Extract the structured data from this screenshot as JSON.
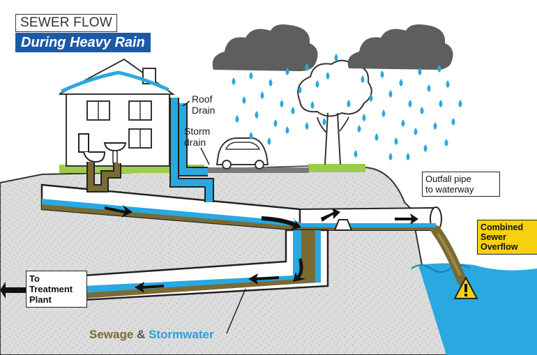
{
  "title": {
    "top": "SEWER FLOW",
    "main": "During Heavy Rain"
  },
  "labels": {
    "roof_drain": [
      "Roof",
      "Drain"
    ],
    "storm_drain": [
      "Storm",
      "drain"
    ],
    "outfall": [
      "Outfall pipe",
      "to waterway"
    ],
    "cso": [
      "Combined",
      "Sewer",
      "Overflow"
    ],
    "treatment": [
      "To",
      "Treatment",
      "Plant"
    ]
  },
  "legend": {
    "sewage": "Sewage",
    "amp": "&",
    "stormwater": "Stormwater"
  },
  "colors": {
    "title_bar": "#1d5aa6",
    "sewage": "#7a6a33",
    "stormwater": "#2a9fd8",
    "cloud": "#5e5e5e",
    "ground": "#d9d9d9",
    "grass": "#9ccc4e",
    "warning": "#f5d10f"
  },
  "icons": [
    "cloud-icon",
    "rain-drop-icon",
    "house-icon",
    "tree-icon",
    "car-icon",
    "toilet-icon",
    "sink-icon",
    "flow-arrow-icon",
    "warning-icon"
  ]
}
